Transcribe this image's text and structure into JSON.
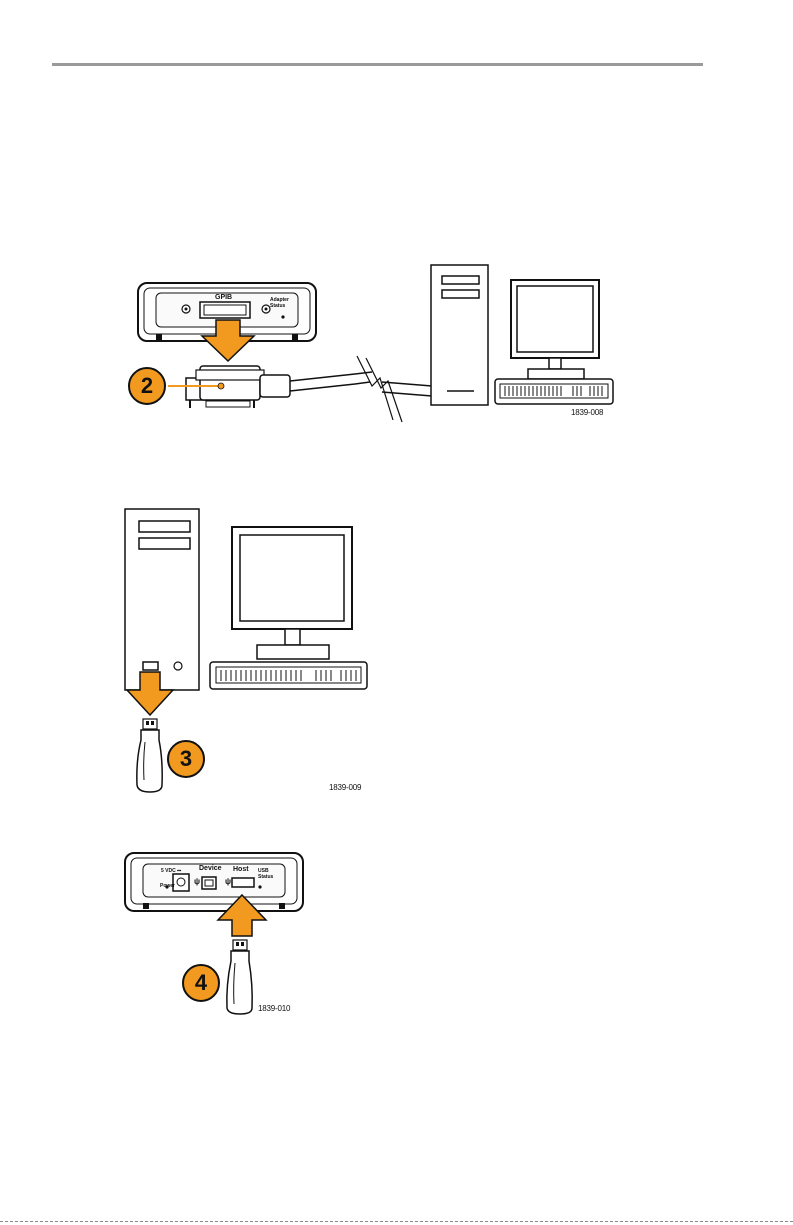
{
  "figure1": {
    "step": "2",
    "port_label": "GPIB",
    "status_label_line1": "Adapter",
    "status_label_line2": "Status",
    "figure_number": "1839-008"
  },
  "figure2": {
    "step": "3",
    "figure_number": "1839-009"
  },
  "figure3": {
    "step": "4",
    "power_label": "5 VDC",
    "power_led_label": "Power",
    "device_label": "Device",
    "host_label": "Host",
    "usb_status_line1": "USB",
    "usb_status_line2": "Status",
    "figure_number": "1839-010"
  },
  "colors": {
    "accent": "#f29a1f",
    "outline": "#111111",
    "rule": "#9a9a9a"
  }
}
